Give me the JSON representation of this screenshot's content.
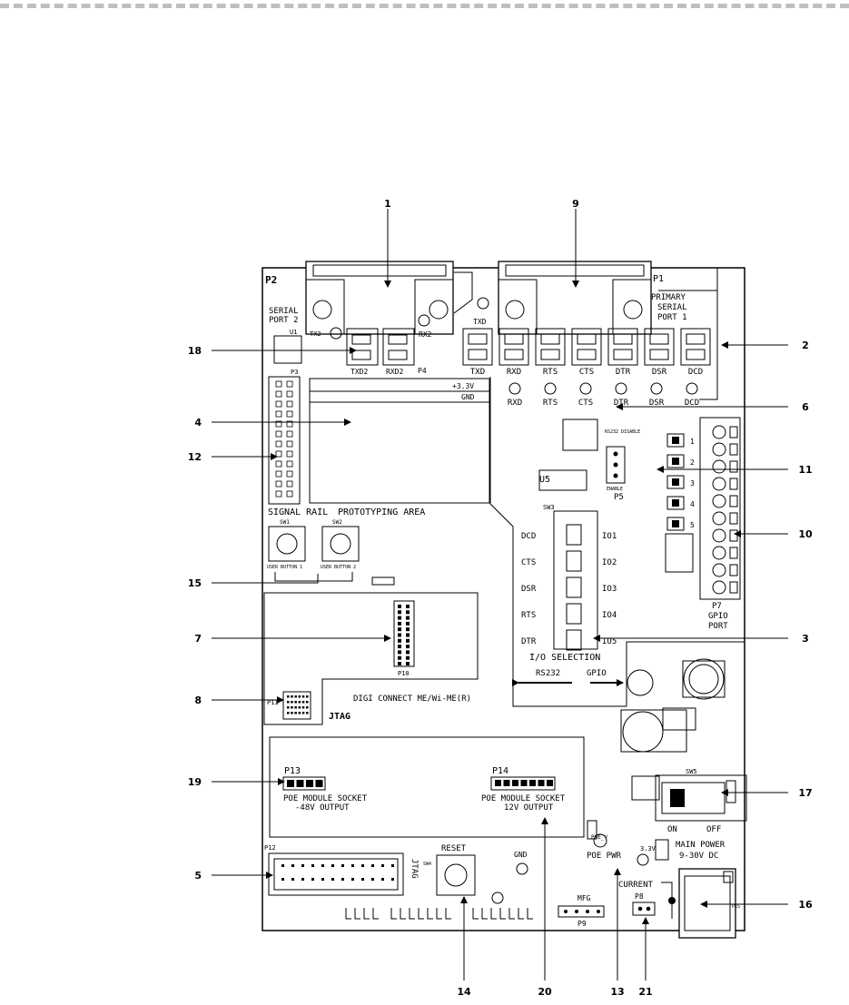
{
  "board": {
    "p2": "P2",
    "p1": "P1",
    "serial_port_2": [
      "SERIAL",
      "PORT 2"
    ],
    "primary_serial_port_1": [
      "PRIMARY",
      "SERIAL",
      "PORT 1"
    ],
    "txd_led": "TXD",
    "tx2": "TX2",
    "rx2": "RX2",
    "u1": "U1",
    "txd2": "TXD2",
    "rxd2": "RXD2",
    "p4": "P4",
    "p3": "P3",
    "signal_leds": [
      "TXD",
      "RXD",
      "RTS",
      "CTS",
      "DTR",
      "DSR",
      "DCD"
    ],
    "rail_3v3": "+3.3V",
    "rail_gnd": "GND",
    "testpoint_labels": [
      "RXD",
      "RTS",
      "CTS",
      "DTR",
      "DSR",
      "DCD"
    ],
    "rs232_disable": "RS232\nDISABLE",
    "enable": "ENABLE",
    "p5": "P5",
    "u5": "U5",
    "signal_rail": "SIGNAL RAIL",
    "prototyping_area": "PROTOTYPING AREA",
    "sw1": "SW1",
    "sw2": "SW2",
    "user_button_1": "USER BUTTON 1",
    "user_button_2": "USER BUTTON 2",
    "sw3": "SW3",
    "io_left": [
      "DCD",
      "CTS",
      "DSR",
      "RTS",
      "DTR"
    ],
    "io_right": [
      "IO1",
      "IO2",
      "IO3",
      "IO4",
      "IO5"
    ],
    "io_selection": "I/O SELECTION",
    "rs232": "RS232",
    "gpio": "GPIO",
    "gpio_leds": [
      "1",
      "2",
      "3",
      "4",
      "5"
    ],
    "p7": "P7",
    "gpio_port": [
      "GPIO",
      "PORT"
    ],
    "p10": "P10",
    "p11": "P11",
    "digi_connect": "DIGI CONNECT ME/Wi-ME(R)",
    "jtag": "JTAG",
    "p13": "P13",
    "poe_48v": [
      "POE MODULE SOCKET",
      "-48V OUTPUT"
    ],
    "p14": "P14",
    "poe_12v": [
      "POE MODULE SOCKET",
      "12V OUTPUT"
    ],
    "p12": "P12",
    "jtag_bottom": "JTAG",
    "reset": "RESET",
    "sw4": "SW4",
    "gnd_tp": "GND",
    "mfg": "MFG",
    "p9": "P9",
    "poe_v": "POE_V",
    "poe_pwr": "POE PWR",
    "v3_3": "3.3V",
    "current": "CURRENT",
    "p8": "P8",
    "sw5": "SW5",
    "on": "ON",
    "off": "OFF",
    "main_power": [
      "MAIN POWER",
      "9-30V DC"
    ],
    "p15": "P15"
  },
  "callouts": [
    {
      "id": "1",
      "label": "1"
    },
    {
      "id": "9",
      "label": "9"
    },
    {
      "id": "18",
      "label": "18"
    },
    {
      "id": "2",
      "label": "2"
    },
    {
      "id": "4",
      "label": "4"
    },
    {
      "id": "6",
      "label": "6"
    },
    {
      "id": "12",
      "label": "12"
    },
    {
      "id": "11",
      "label": "11"
    },
    {
      "id": "10",
      "label": "10"
    },
    {
      "id": "15",
      "label": "15"
    },
    {
      "id": "7",
      "label": "7"
    },
    {
      "id": "3",
      "label": "3"
    },
    {
      "id": "8",
      "label": "8"
    },
    {
      "id": "19",
      "label": "19"
    },
    {
      "id": "17",
      "label": "17"
    },
    {
      "id": "5",
      "label": "5"
    },
    {
      "id": "16",
      "label": "16"
    },
    {
      "id": "14",
      "label": "14"
    },
    {
      "id": "20",
      "label": "20"
    },
    {
      "id": "13",
      "label": "13"
    },
    {
      "id": "21",
      "label": "21"
    }
  ]
}
